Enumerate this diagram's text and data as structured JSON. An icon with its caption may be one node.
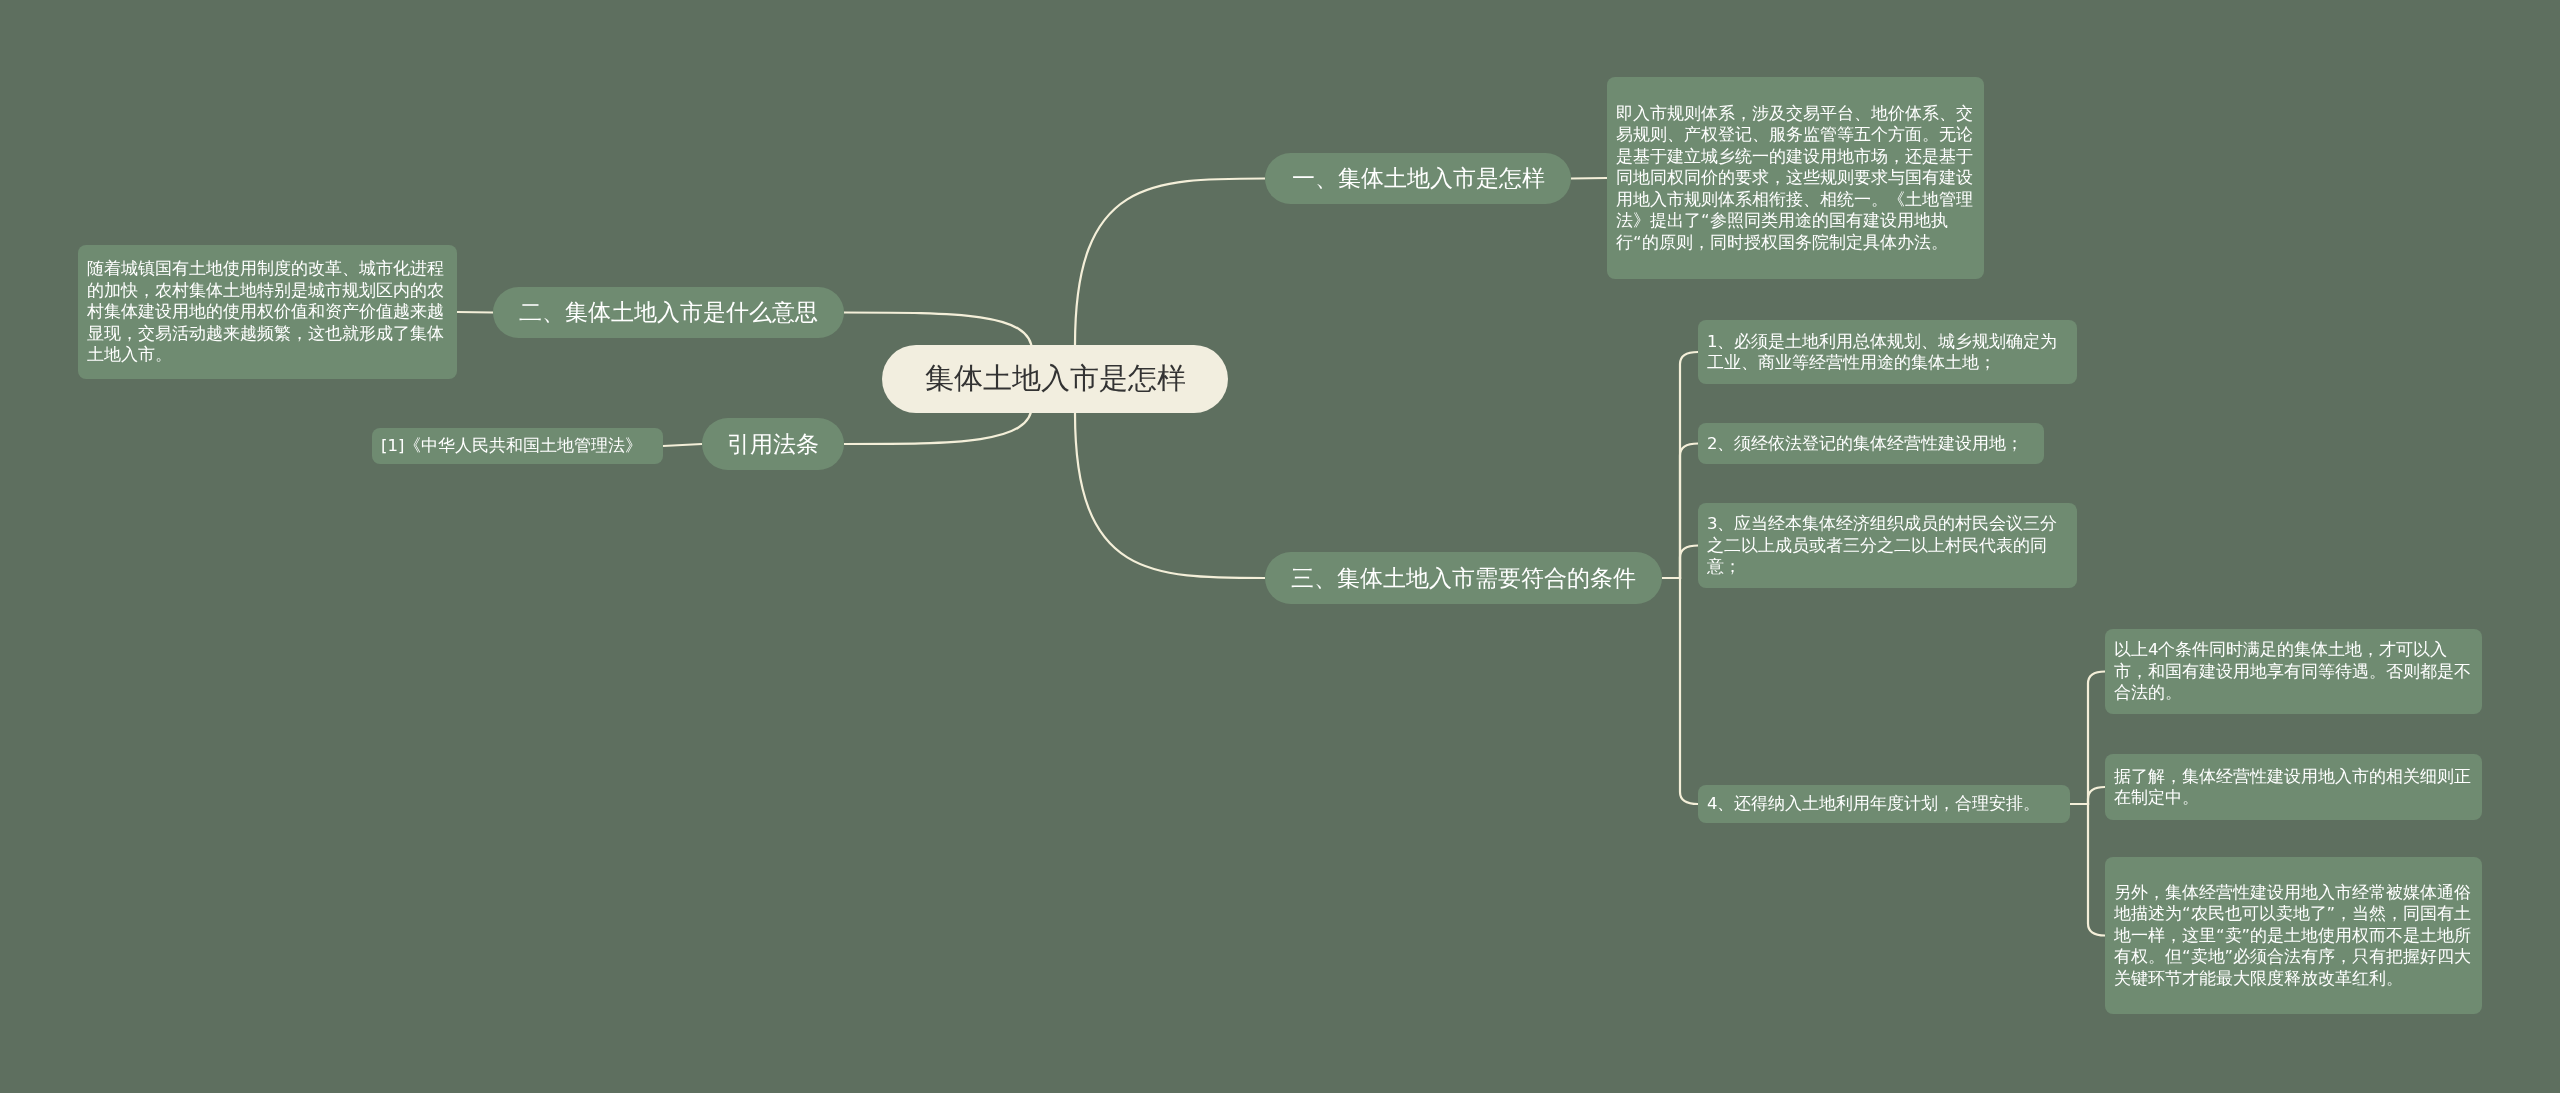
{
  "diagram": {
    "nodes": [
      {
        "text": [
          "集体土地入市是怎样"
        ]
      },
      {
        "text": [
          "一、集体土地入市是怎样"
        ]
      },
      {
        "text": [
          "即入市规则体系，涉及交易平台、地价体系、交易规则、产权登记、服务监管等五个方面。无论是基于建立城乡统一的建设用地市场，还是基于同地同权同价的要求，这些规则要求与国有建设用地入市规则体系相衔接、相统一。《土地管理法》提出了“参照同类用途的国有建设用地执行“的原则，同时授权国务院制定具体办法。"
        ]
      },
      {
        "text": [
          "二、集体土地入市是什么意思"
        ]
      },
      {
        "text": [
          "随着城镇国有土地使用制度的改革、城市化进程的加快，农村集体土地特别是城市规划区内的农村集体建设用地的使用权价值和资产价值越来越显现，交易活动越来越频繁，这也就形成了集体土地入市。"
        ]
      },
      {
        "text": [
          "引用法条"
        ]
      },
      {
        "text": [
          "[1]《中华人民共和国土地管理法》"
        ]
      },
      {
        "text": [
          "三、集体土地入市需要符合的条件"
        ]
      },
      {
        "text": [
          "1、必须是土地利用总体规划、城乡规划确定为工业、商业等经营性用途的集体土地；"
        ]
      },
      {
        "text": [
          "2、须经依法登记的集体经营性建设用地；"
        ]
      },
      {
        "text": [
          "3、应当经本集体经济组织成员的村民会议三分之二以上成员或者三分之二以上村民代表的同意；"
        ]
      },
      {
        "text": [
          "4、还得纳入土地利用年度计划，合理安排。"
        ]
      },
      {
        "text": [
          "以上4个条件同时满足的集体土地，才可以入市，和国有建设用地享有同等待遇。否则都是不合法的。"
        ]
      },
      {
        "text": [
          "据了解，集体经营性建设用地入市的相关细则正在制定中。"
        ]
      },
      {
        "text": [
          "另外，集体经营性建设用地入市经常被媒体通俗地描述为“农民也可以卖地了”，当然，同国有土地一样，这里“卖”的是土地使用权而不是土地所有权。但“卖地”必须合法有序，只有把握好四大关键环节才能最大限度释放改革红利。"
        ]
      }
    ],
    "edges": [
      {
        "from": 0,
        "to": 1,
        "arrow": "none"
      },
      {
        "from": 1,
        "to": 2,
        "arrow": "none"
      },
      {
        "from": 0,
        "to": 3,
        "arrow": "none"
      },
      {
        "from": 3,
        "to": 4,
        "arrow": "none"
      },
      {
        "from": 0,
        "to": 5,
        "arrow": "none"
      },
      {
        "from": 5,
        "to": 6,
        "arrow": "none"
      },
      {
        "from": 0,
        "to": 7,
        "arrow": "none"
      },
      {
        "from": 7,
        "to": 8,
        "arrow": "none"
      },
      {
        "from": 7,
        "to": 9,
        "arrow": "none"
      },
      {
        "from": 7,
        "to": 10,
        "arrow": "none"
      },
      {
        "from": 7,
        "to": 11,
        "arrow": "none"
      },
      {
        "from": 11,
        "to": 12,
        "arrow": "none"
      },
      {
        "from": 11,
        "to": 13,
        "arrow": "none"
      },
      {
        "from": 11,
        "to": 14,
        "arrow": "none"
      }
    ]
  }
}
